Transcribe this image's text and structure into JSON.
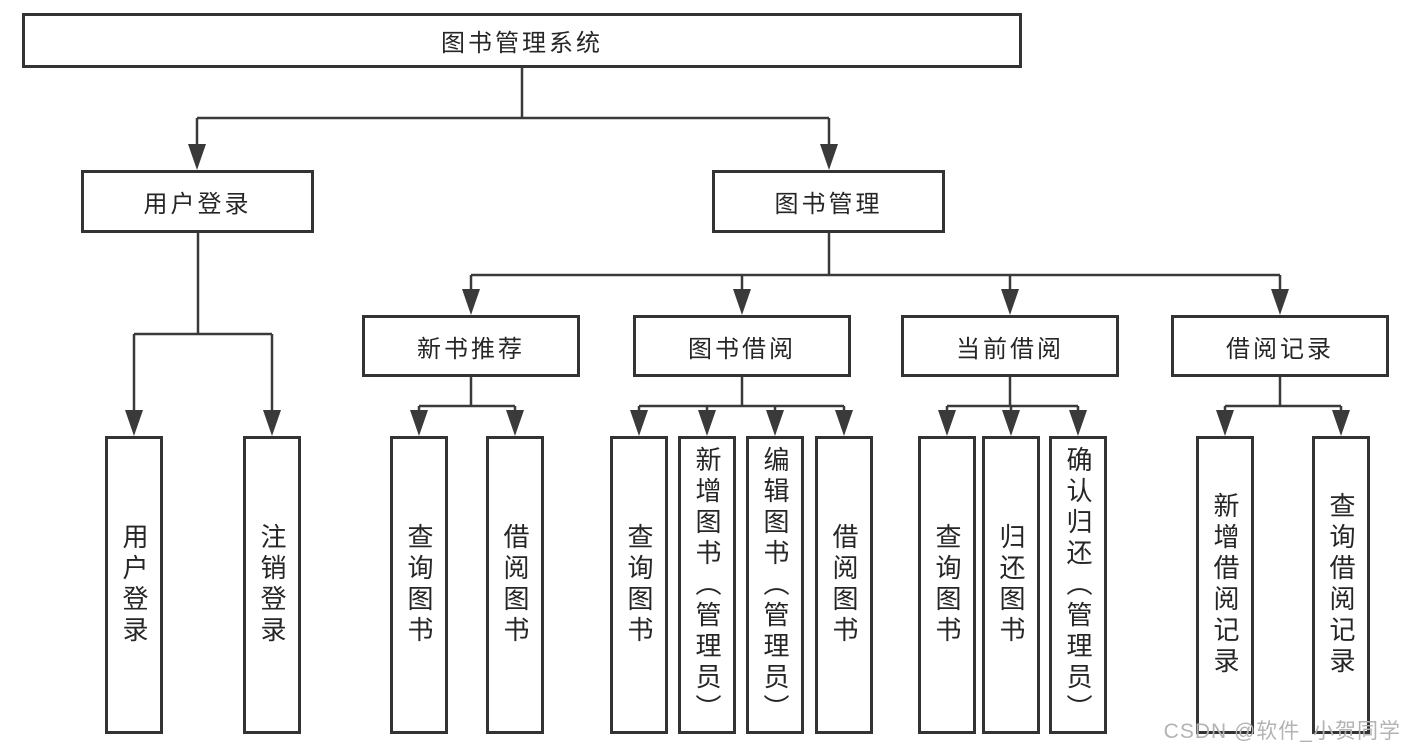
{
  "tree": {
    "root": {
      "label": "图书管理系统"
    },
    "branches": [
      {
        "label": "用户登录",
        "children": [
          {
            "label": "用户登录"
          },
          {
            "label": "注销登录"
          }
        ]
      },
      {
        "label": "图书管理",
        "children": [
          {
            "label": "新书推荐",
            "children": [
              {
                "label": "查询图书"
              },
              {
                "label": "借阅图书"
              }
            ]
          },
          {
            "label": "图书借阅",
            "children": [
              {
                "label": "查询图书"
              },
              {
                "label": "新增图书（管理员）"
              },
              {
                "label": "编辑图书（管理员）"
              },
              {
                "label": "借阅图书"
              }
            ]
          },
          {
            "label": "当前借阅",
            "children": [
              {
                "label": "查询图书"
              },
              {
                "label": "归还图书"
              },
              {
                "label": "确认归还（管理员）"
              }
            ]
          },
          {
            "label": "借阅记录",
            "children": [
              {
                "label": "新增借阅记录"
              },
              {
                "label": "查询借阅记录"
              }
            ]
          }
        ]
      }
    ]
  },
  "watermark": {
    "text": "CSDN @软件_小贺同学"
  },
  "colors": {
    "line": "#3a3a3a",
    "box_border": "#333333",
    "box_fill": "#ffffff",
    "text": "#262626",
    "watermark": "#b3b3b3",
    "background": "#ffffff"
  }
}
